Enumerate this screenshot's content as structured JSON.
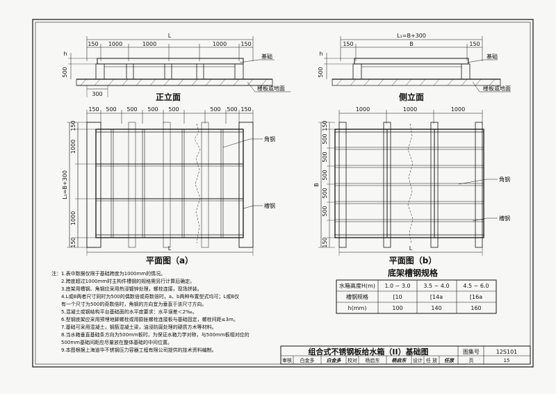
{
  "front_view": {
    "title": "正立面",
    "dims_top": [
      "L",
      "150",
      "1000",
      "1000",
      "1000",
      "150"
    ],
    "h": "h",
    "height_500": "500",
    "bottom_300": "300",
    "label_foundation": "基础",
    "label_floor": "楼板或地面"
  },
  "side_view": {
    "title": "侧立面",
    "dims_top": [
      "L₁=B+300",
      "150",
      "B",
      "150"
    ],
    "h": "h",
    "height_500": "500",
    "label_foundation": "基础",
    "label_floor": "楼板或地面"
  },
  "plan_a": {
    "title": "平面图（a）",
    "dims_top": [
      "150",
      "500",
      "500",
      "500",
      "500",
      "500",
      "500",
      "150"
    ],
    "dims_left": [
      "150",
      "1000",
      "1000",
      "150"
    ],
    "left_total": "L₁=B+300",
    "bottom": "L",
    "label_angle": "角钢",
    "label_channel": "槽钢"
  },
  "plan_b": {
    "title": "平面图（b）",
    "dims_top": [
      "1000",
      "1000",
      "1000"
    ],
    "dims_right": [
      "150",
      "500",
      "500",
      "500",
      "500",
      "500",
      "150"
    ],
    "left_total": "B",
    "bottom": "L",
    "label_angle": "角钢",
    "label_channel": "槽钢"
  },
  "spec_table": {
    "title": "底架槽钢规格",
    "rows": [
      [
        "水箱高度H(m)",
        "1.0 ~ 3.0",
        "3.5 ~ 4.0",
        "4.5 ~ 6.0"
      ],
      [
        "槽钢规格",
        "[10",
        "[14a",
        "[16a"
      ],
      [
        "h(mm)",
        "100",
        "140",
        "160"
      ]
    ]
  },
  "notes": {
    "heading": "注：",
    "items": [
      "1.表中数据仅限于基础跨度为1000mm的情况。",
      "2.跨度超过1000mm时主构件槽钢的规格需另行计算后确定。",
      "3.底架用槽钢、角钢应采用热浸镀锌处理，螺栓连接，现场拼装。",
      "4.L或B两者尺寸同时为500的偶数倍或奇数倍时，a、b两种布置型式均可；L或B仅",
      "  有一个尺寸为500的奇数倍时，角钢的方向宜为垂直于该尺寸方向。",
      "5.混凝土或钢结构平台基础面的水平度要求：水平误差＜2‰。",
      "6.型钢底架应采用预埋地脚螺栓或用膨胀螺栓连接板与基础固定，螺栓间距≤3m。",
      "7.基础可采用混凝土，钢筋混凝土梁，油浸防腐处理的硬质方木等材料。",
      "8.当水箱垂直基础条方向为500mm板时，为保证水箱力学对称，与500mm板相对应的",
      "  500mm基础间距应尽量放在整体基础的中间位置。",
      "9.本图根据上海道华不锈钢压力容器工程有限公司提供的技术资料编制。"
    ]
  },
  "title_block": {
    "main_title": "组合式不锈钢板给水箱（II）基础图",
    "atlas_label": "图集号",
    "atlas_no": "12S101",
    "review_label": "审核",
    "reviewer": "白金多",
    "reviewer_sig": "白金多",
    "check_label": "校对",
    "checker": "杨启东",
    "checker_sig": "杨启东",
    "design_label": "设计",
    "designer": "任  放",
    "designer_sig": "任放",
    "page_label": "页",
    "page_no": "15"
  }
}
